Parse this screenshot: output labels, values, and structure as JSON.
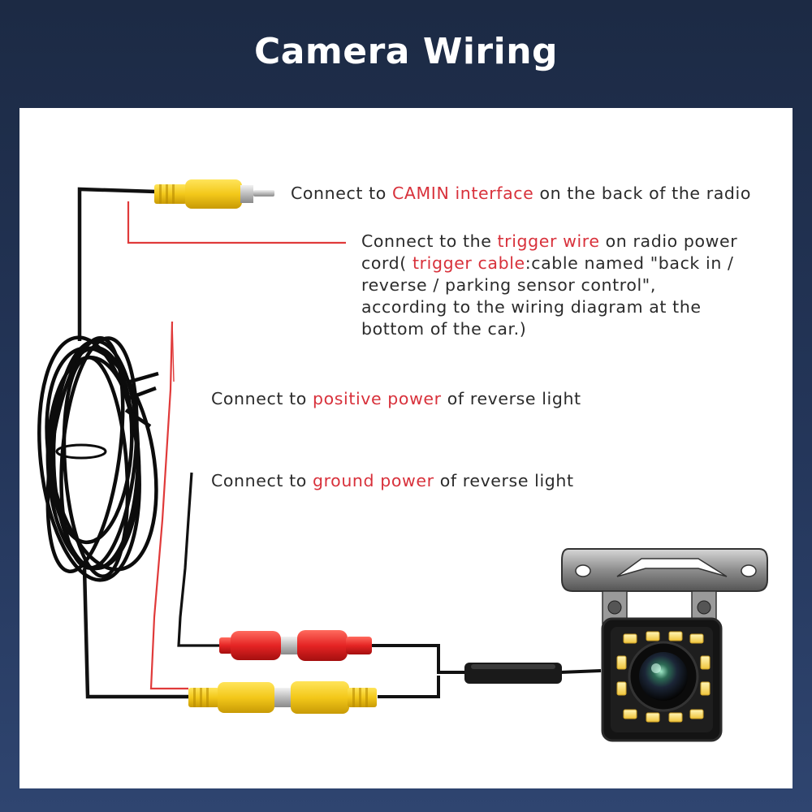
{
  "title": "Camera Wiring",
  "labels": {
    "camin": {
      "prefix": "Connect to ",
      "highlight": "CAMIN interface",
      "suffix": " on the back of the radio"
    },
    "trigger": {
      "line1_prefix": "Connect to the ",
      "line1_highlight": "trigger wire",
      "line1_suffix": " on radio power",
      "line2_prefix": "cord( ",
      "line2_highlight": "trigger cable",
      "line2_suffix": ":cable named \"back in /",
      "line3": "reverse / parking sensor control\",",
      "line4": "according to the wiring diagram at the",
      "line5": "bottom of the car.)"
    },
    "positive": {
      "prefix": "Connect to ",
      "highlight": "positive power",
      "suffix": " of reverse light"
    },
    "ground": {
      "prefix": "Connect to ",
      "highlight": "ground power",
      "suffix": " of reverse light"
    }
  },
  "colors": {
    "highlight": "#d8313b",
    "cable": "#111111",
    "red_wire": "#e03a3a",
    "rca_yellow": "#f3c81a",
    "power_red": "#e52424"
  }
}
